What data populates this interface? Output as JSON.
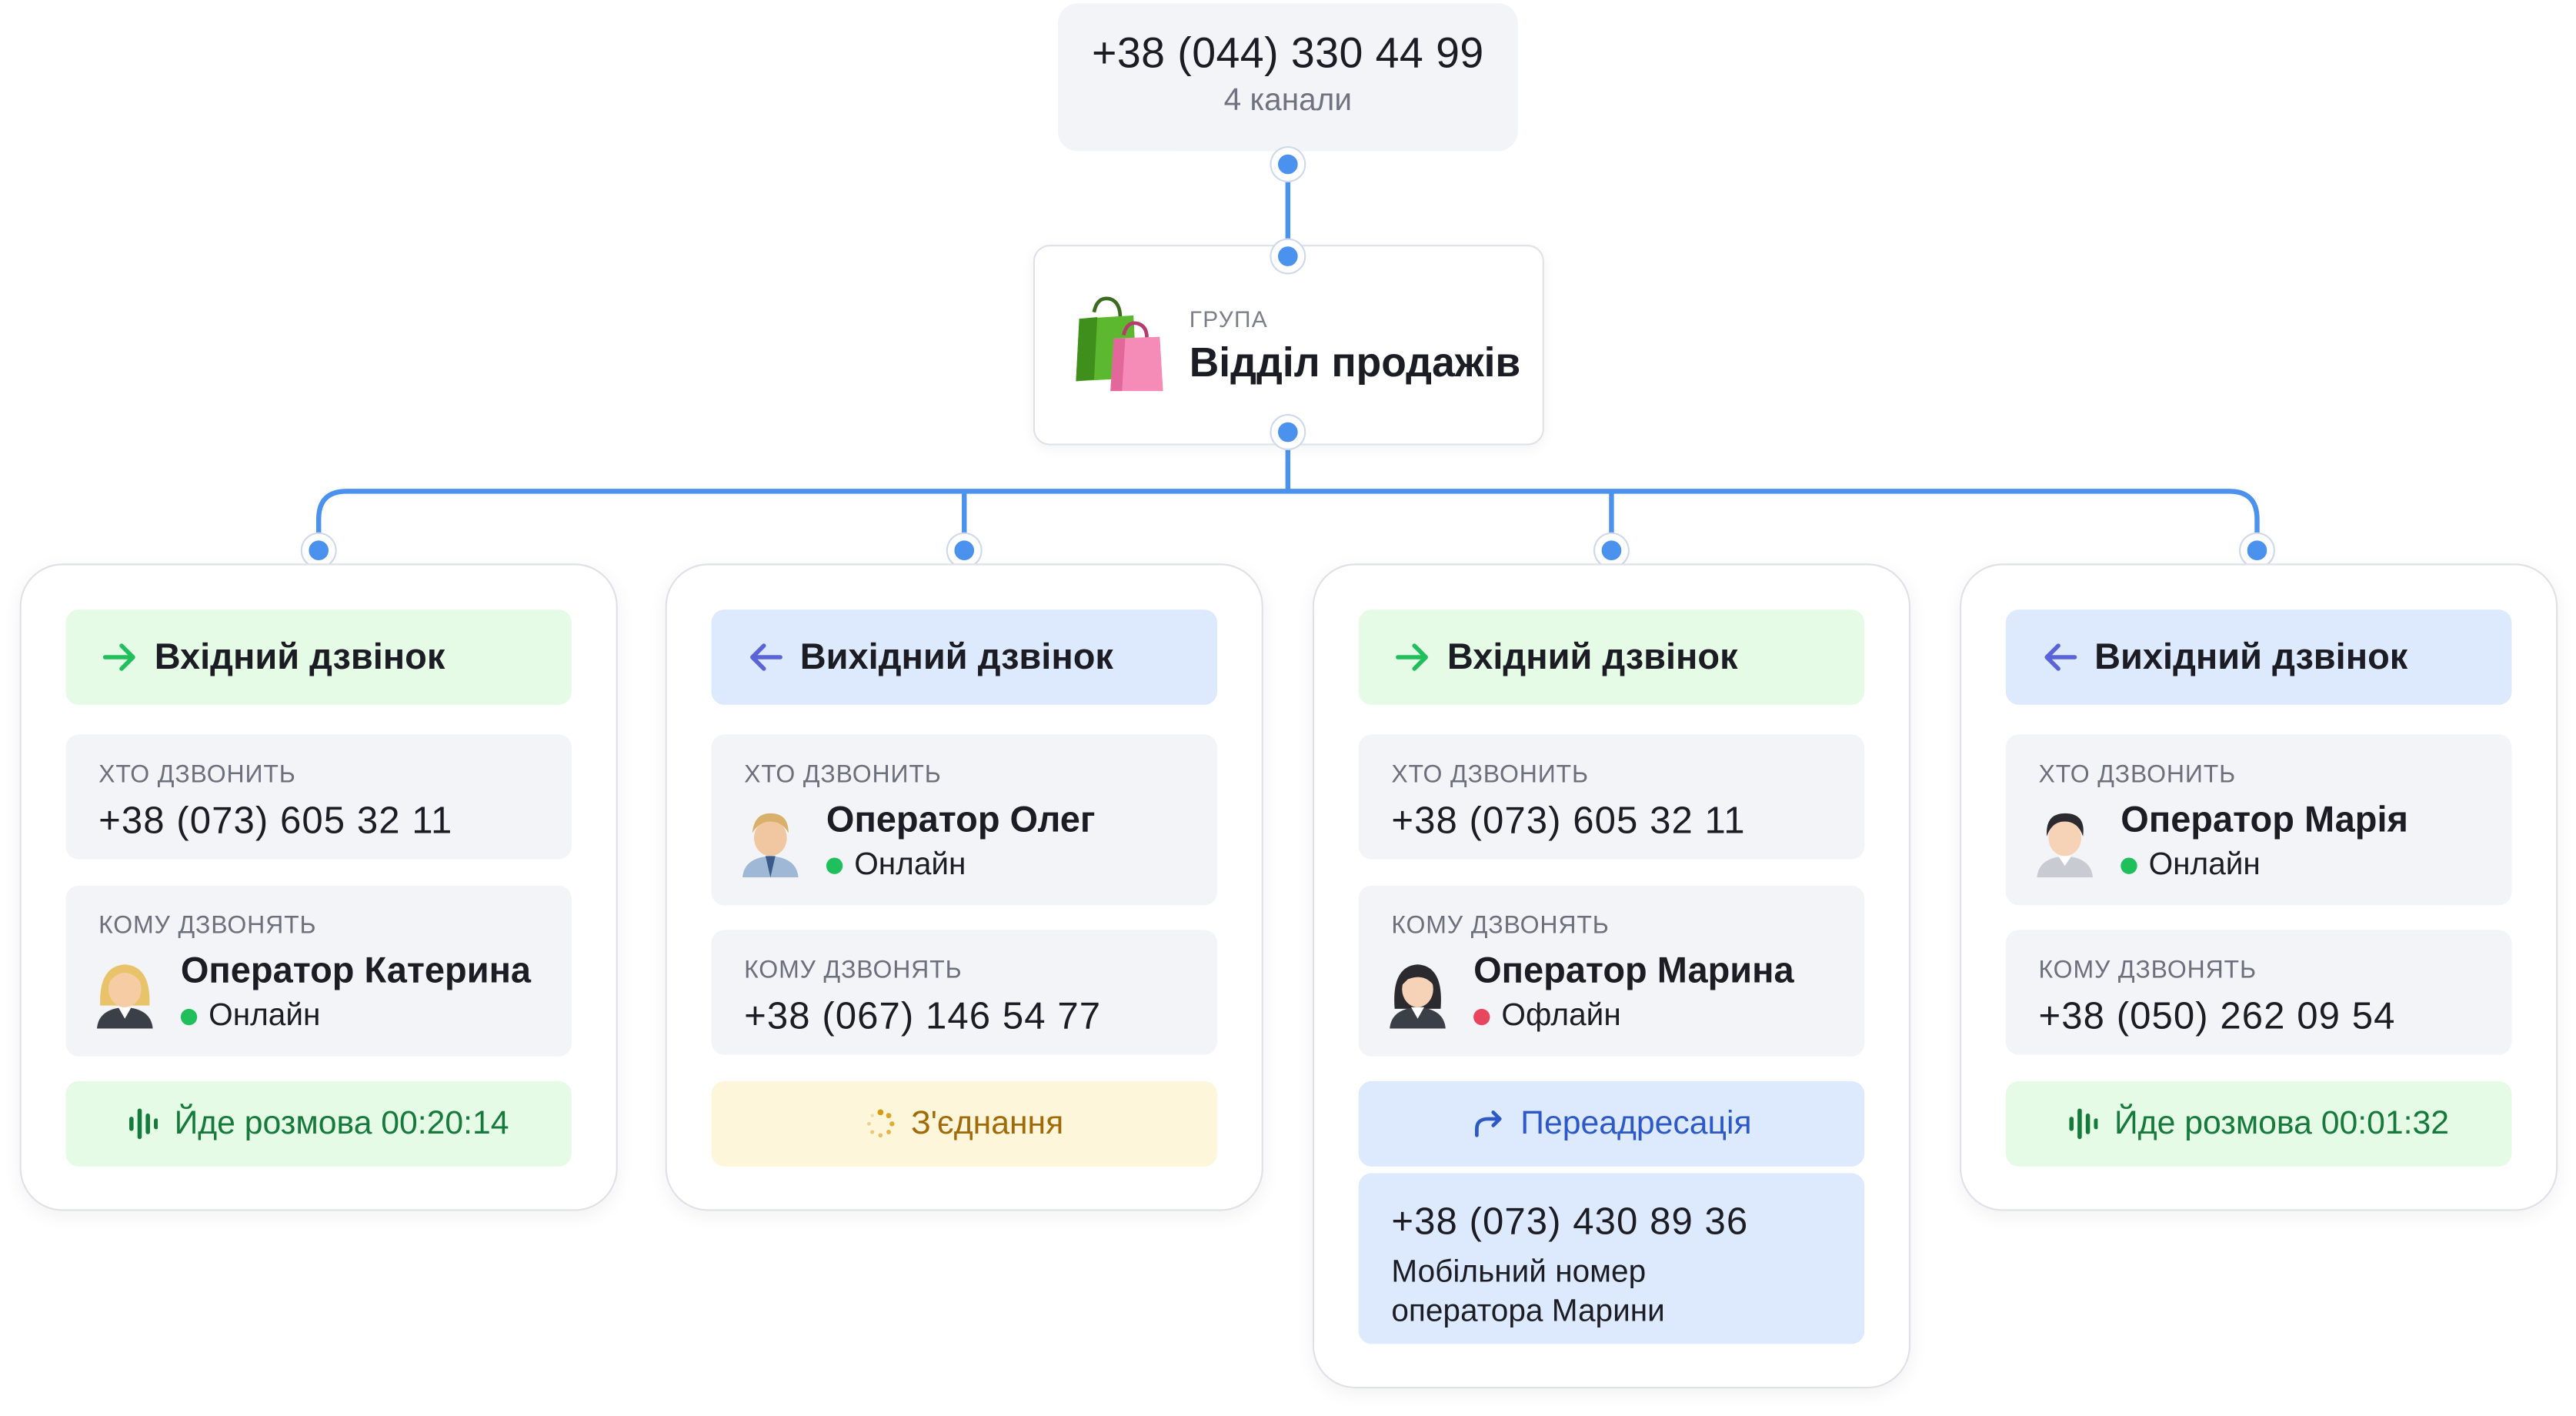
{
  "trunk": {
    "number": "+38 (044) 330 44 99",
    "channels": "4 канали"
  },
  "group": {
    "label": "ГРУПА",
    "name": "Відділ продажів"
  },
  "cards": [
    {
      "header": "Вхідний дзвінок",
      "who_label": "ХТО ДЗВОНИТЬ",
      "who_phone": "+38 (073) 605 32 11",
      "whom_label": "КОМУ ДЗВОНЯТЬ",
      "whom_name": "Оператор Катерина",
      "whom_status": "Онлайн",
      "status_text": "Йде розмова 00:20:14"
    },
    {
      "header": "Вихідний дзвінок",
      "who_label": "ХТО ДЗВОНИТЬ",
      "who_name": "Оператор Олег",
      "who_status": "Онлайн",
      "whom_label": "КОМУ ДЗВОНЯТЬ",
      "whom_phone": "+38 (067) 146 54 77",
      "status_text": "З'єднання"
    },
    {
      "header": "Вхідний дзвінок",
      "who_label": "ХТО ДЗВОНИТЬ",
      "who_phone": "+38 (073) 605 32 11",
      "whom_label": "КОМУ ДЗВОНЯТЬ",
      "whom_name": "Оператор Марина",
      "whom_status": "Офлайн",
      "status_text": "Переадресація",
      "forward_phone": "+38 (073) 430 89 36",
      "forward_desc_1": "Мобільний номер",
      "forward_desc_2": "оператора Марини"
    },
    {
      "header": "Вихідний дзвінок",
      "who_label": "ХТО ДЗВОНИТЬ",
      "who_name": "Оператор Марія",
      "who_status": "Онлайн",
      "whom_label": "КОМУ ДЗВОНЯТЬ",
      "whom_phone": "+38 (050) 262 09 54",
      "status_text": "Йде розмова 00:01:32"
    }
  ],
  "colors": {
    "connector": "#4b92ee",
    "incoming_bg": "#e5fbe5",
    "outgoing_bg": "#ddeafd",
    "online": "#1fbf5c",
    "offline": "#e8465f",
    "talk_text": "#157a3b",
    "connecting_text": "#a16a07"
  },
  "icons": {
    "incoming": "arrow-right-icon",
    "outgoing": "arrow-left-icon",
    "talking": "sound-wave-icon",
    "connecting": "spinner-icon",
    "forward": "forward-arrow-icon",
    "group": "shopping-bags-icon"
  }
}
